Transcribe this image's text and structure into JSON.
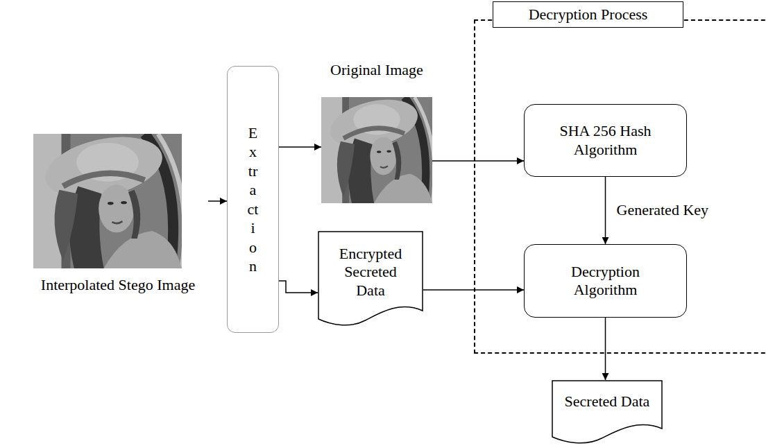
{
  "diagram": {
    "nodes": [
      {
        "text": [
          "Interpolated Stego Image"
        ]
      },
      {
        "text": [
          "Extraction"
        ]
      },
      {
        "text": [
          "Original Image"
        ]
      },
      {
        "text": [
          "Encrypted Secreted Data"
        ]
      },
      {
        "text": [
          "Decryption Process"
        ]
      },
      {
        "text": [
          "SHA 256 Hash Algorithm"
        ],
        "in": 4
      },
      {
        "text": [
          "Decryption Algorithm"
        ],
        "in": 4
      },
      {
        "text": [
          "Secreted Data"
        ]
      }
    ],
    "edges": [
      {
        "from": 0,
        "to": 1,
        "arrow": "to"
      },
      {
        "from": 1,
        "to": 2,
        "arrow": "to"
      },
      {
        "from": 1,
        "to": 3,
        "arrow": "to"
      },
      {
        "from": 2,
        "to": 5,
        "arrow": "to"
      },
      {
        "from": 5,
        "to": 6,
        "label": "Generated Key",
        "arrow": "to"
      },
      {
        "from": 3,
        "to": 6,
        "arrow": "to"
      },
      {
        "from": 6,
        "to": 7,
        "arrow": "to"
      }
    ]
  }
}
